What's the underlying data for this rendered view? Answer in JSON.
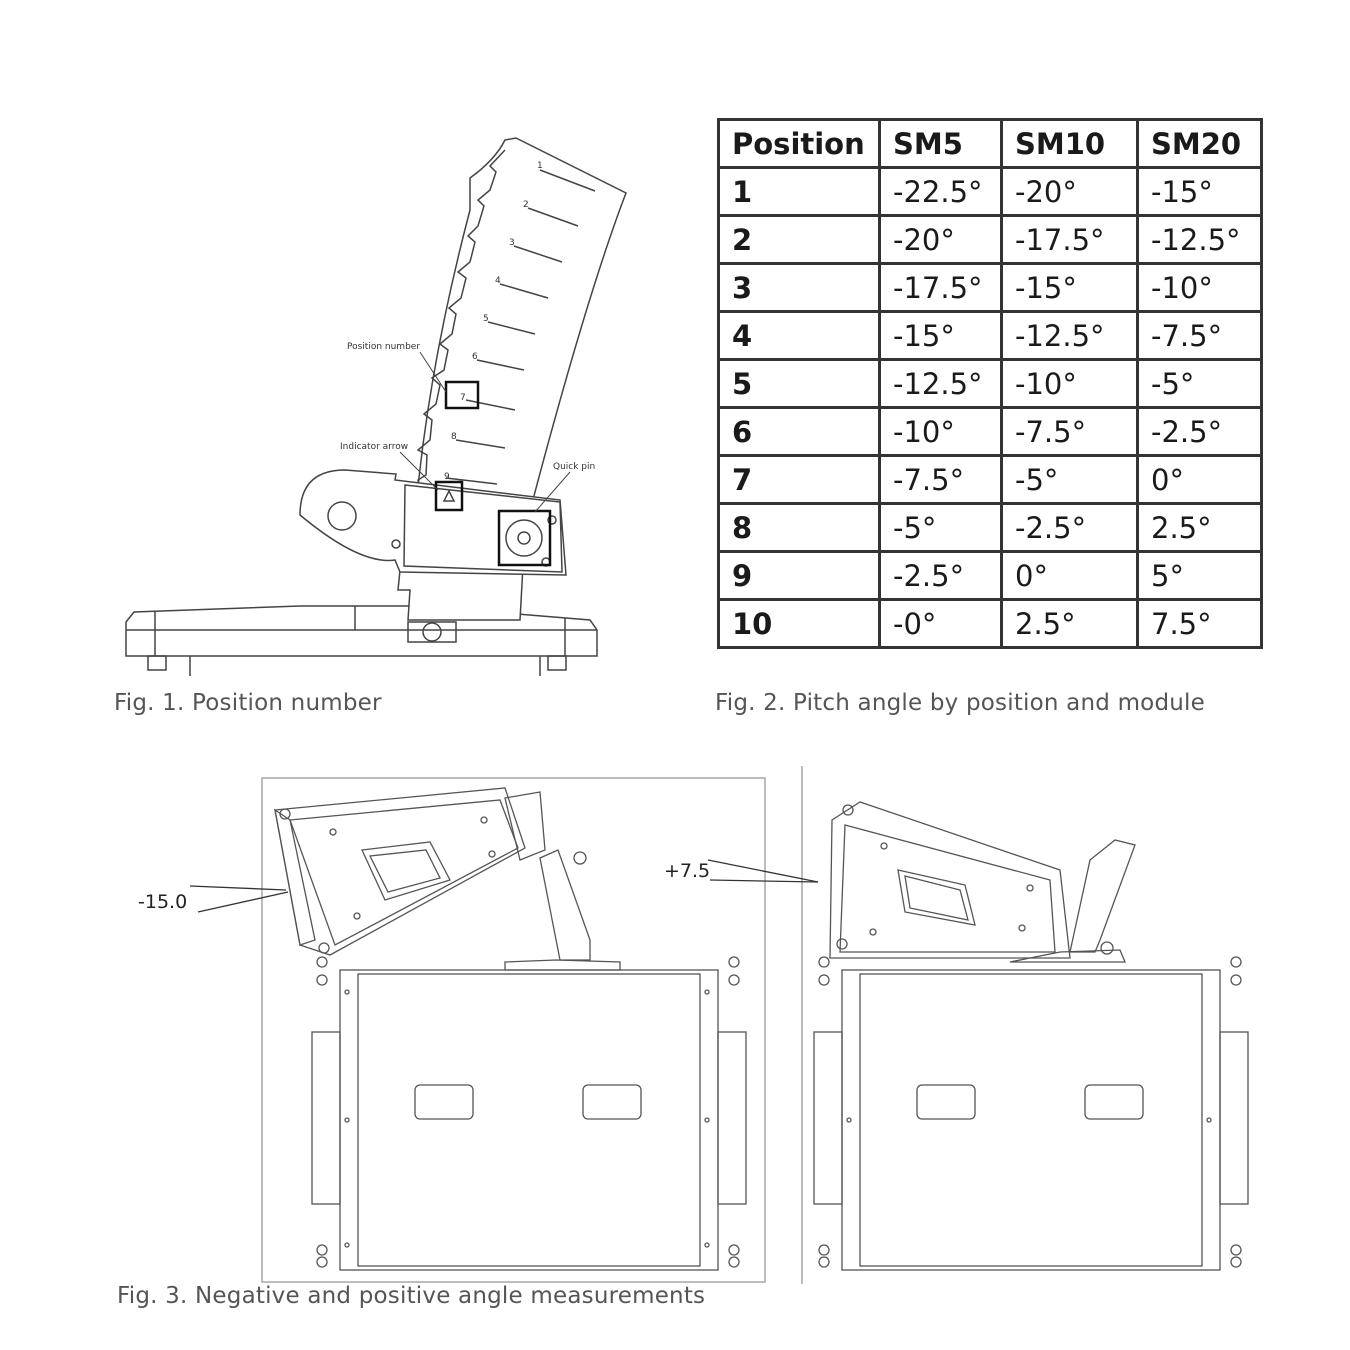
{
  "fig1": {
    "caption": "Fig. 1. Position number",
    "callouts": {
      "position_number": "Position number",
      "indicator_arrow": "Indicator arrow",
      "quick_pin": "Quick pin"
    },
    "scale_numbers": [
      "1",
      "2",
      "3",
      "4",
      "5",
      "6",
      "7",
      "8",
      "9"
    ]
  },
  "fig2": {
    "caption": "Fig. 2. Pitch angle by position and module",
    "headers": [
      "Position",
      "SM5",
      "SM10",
      "SM20"
    ],
    "rows": [
      [
        "1",
        "-22.5°",
        "-20°",
        "-15°"
      ],
      [
        "2",
        "-20°",
        "-17.5°",
        "-12.5°"
      ],
      [
        "3",
        "-17.5°",
        "-15°",
        "-10°"
      ],
      [
        "4",
        "-15°",
        "-12.5°",
        "-7.5°"
      ],
      [
        "5",
        "-12.5°",
        "-10°",
        "-5°"
      ],
      [
        "6",
        "-10°",
        "-7.5°",
        "-2.5°"
      ],
      [
        "7",
        "-7.5°",
        "-5°",
        "0°"
      ],
      [
        "8",
        "-5°",
        "-2.5°",
        "2.5°"
      ],
      [
        "9",
        "-2.5°",
        "0°",
        "5°"
      ],
      [
        "10",
        "-0°",
        "2.5°",
        "7.5°"
      ]
    ]
  },
  "fig3": {
    "caption": "Fig. 3. Negative and positive angle measurements",
    "negative_label": "-15.0",
    "positive_label": "+7.5"
  }
}
